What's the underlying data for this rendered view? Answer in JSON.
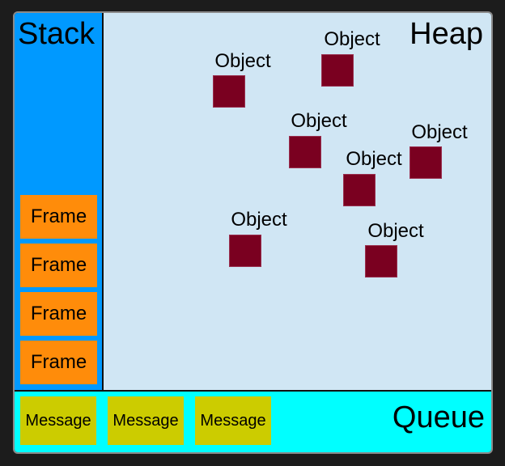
{
  "diagram": {
    "title": "JavaScript runtime: Stack, Heap, Queue",
    "colors": {
      "background": "#1c1c1c",
      "border": "#8a8a8a",
      "stack": "#0099ff",
      "frame": "#ff8c0a",
      "heap": "#d0e6f4",
      "object": "#7a0020",
      "queue": "#00ffff",
      "message": "#cccc00"
    },
    "stack": {
      "title": "Stack",
      "frames": [
        {
          "label": "Frame"
        },
        {
          "label": "Frame"
        },
        {
          "label": "Frame"
        },
        {
          "label": "Frame"
        }
      ]
    },
    "heap": {
      "title": "Heap",
      "objects": [
        {
          "label": "Object"
        },
        {
          "label": "Object"
        },
        {
          "label": "Object"
        },
        {
          "label": "Object"
        },
        {
          "label": "Object"
        },
        {
          "label": "Object"
        },
        {
          "label": "Object"
        }
      ]
    },
    "queue": {
      "title": "Queue",
      "messages": [
        {
          "label": "Message"
        },
        {
          "label": "Message"
        },
        {
          "label": "Message"
        }
      ]
    }
  }
}
